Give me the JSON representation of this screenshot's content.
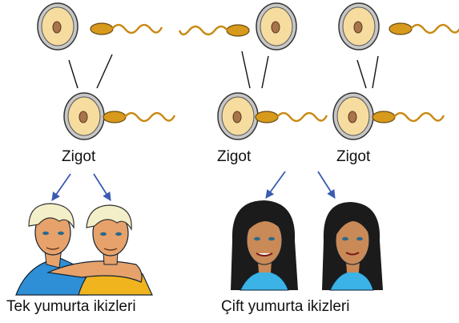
{
  "zygote_labels": {
    "left": "Zigot",
    "middle": "Zigot",
    "right": "Zigot"
  },
  "captions": {
    "identical": "Tek yumurta ikizleri",
    "fraternal": "Çift yumurta ikizleri"
  },
  "colors": {
    "egg_fill": "#f6dc9f",
    "egg_ring": "#c7c7c7",
    "nucleus": "#a8744a",
    "sperm": "#d79a1c",
    "arrow": "#3a5bb0",
    "boy_hair": "#f3efc8",
    "boy_skin": "#e7a26b",
    "boy_shirt_left": "#2f8fd6",
    "boy_shirt_right": "#f0b41f",
    "girl_hair": "#1b1b1b",
    "girl_skin": "#c98a57",
    "girl_shirt": "#3bb3e6"
  }
}
